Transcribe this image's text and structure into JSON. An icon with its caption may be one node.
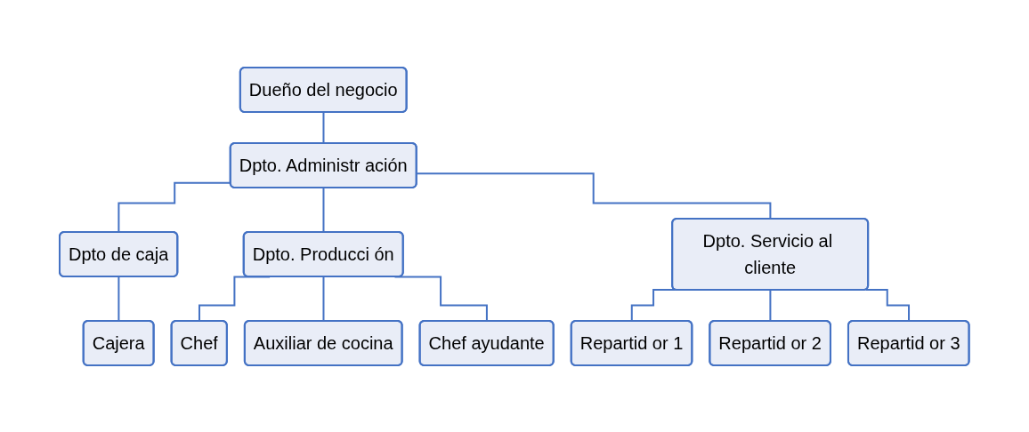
{
  "diagram": {
    "nodes": [
      {
        "text": [
          "Dueño del negocio"
        ]
      },
      {
        "text": [
          "Dpto. Administr ación"
        ]
      },
      {
        "text": [
          "Dpto de caja"
        ]
      },
      {
        "text": [
          "Dpto. Producci ón"
        ]
      },
      {
        "text": [
          "Dpto. Servicio al cliente"
        ]
      },
      {
        "text": [
          "Cajera"
        ]
      },
      {
        "text": [
          "Chef"
        ]
      },
      {
        "text": [
          "Auxiliar de cocina"
        ]
      },
      {
        "text": [
          "Chef ayudante"
        ]
      },
      {
        "text": [
          "Repartid or 1"
        ]
      },
      {
        "text": [
          "Repartid or 2"
        ]
      },
      {
        "text": [
          "Repartid or 3"
        ]
      }
    ],
    "edges": [
      {
        "from": 0,
        "to": 1,
        "arrow": "none"
      },
      {
        "from": 1,
        "to": 2,
        "arrow": "none"
      },
      {
        "from": 1,
        "to": 3,
        "arrow": "none"
      },
      {
        "from": 1,
        "to": 4,
        "arrow": "none"
      },
      {
        "from": 2,
        "to": 5,
        "arrow": "none"
      },
      {
        "from": 3,
        "to": 6,
        "arrow": "none"
      },
      {
        "from": 3,
        "to": 7,
        "arrow": "none"
      },
      {
        "from": 3,
        "to": 8,
        "arrow": "none"
      },
      {
        "from": 4,
        "to": 9,
        "arrow": "none"
      },
      {
        "from": 4,
        "to": 10,
        "arrow": "none"
      },
      {
        "from": 4,
        "to": 11,
        "arrow": "none"
      }
    ]
  }
}
